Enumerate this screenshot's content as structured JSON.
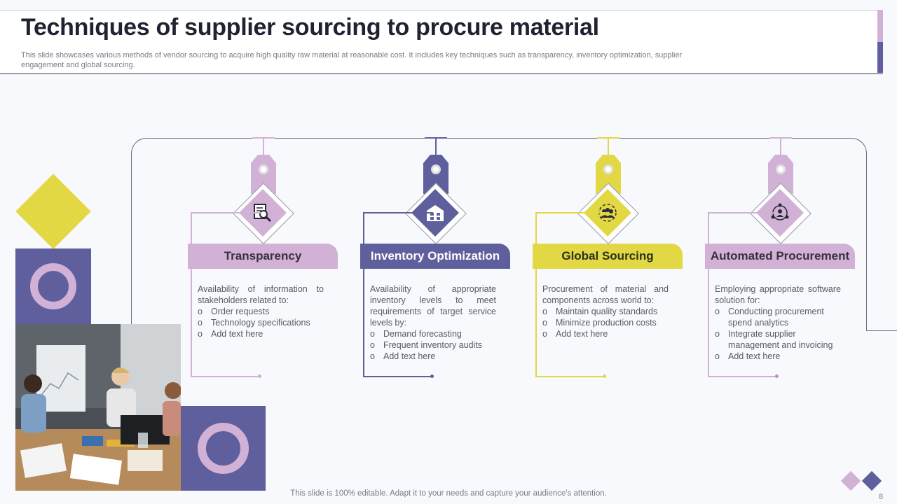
{
  "header": {
    "title": "Techniques of supplier sourcing to procure material",
    "subtitle": "This slide showcases various methods of vendor sourcing to acquire high quality raw material at reasonable cost. It includes key techniques such as transparency, inventory optimization, supplier engagement and global sourcing."
  },
  "colors": {
    "lilac": "#d1b1d6",
    "indigo": "#5f5f9d",
    "yellow": "#e2d844",
    "dark_text": "#1f2230"
  },
  "cards": [
    {
      "title": "Transparency",
      "icon": "document-magnifier-icon",
      "intro": "Availability of information to stakeholders related to:",
      "bullets": [
        "Order requests",
        "Technology specifications",
        "Add text here"
      ]
    },
    {
      "title": "Inventory Optimization",
      "icon": "warehouse-icon",
      "intro": "Availability of appropriate inventory levels to meet requirements of target service levels by:",
      "bullets": [
        "Demand forecasting",
        "Frequent inventory audits",
        "Add text here"
      ]
    },
    {
      "title": "Global Sourcing",
      "icon": "global-team-icon",
      "intro": "Procurement of material and components across world to:",
      "bullets": [
        "Maintain quality standards",
        "Minimize production costs",
        "Add text here"
      ]
    },
    {
      "title": "Automated Procurement",
      "icon": "automation-network-icon",
      "intro": "Employing appropriate software solution for:",
      "bullets": [
        "Conducting procurement spend analytics",
        "Integrate supplier management and invoicing",
        "Add text here"
      ]
    }
  ],
  "footer": {
    "note": "This slide is 100% editable. Adapt it to your needs and capture your audience's attention.",
    "page": "8"
  }
}
